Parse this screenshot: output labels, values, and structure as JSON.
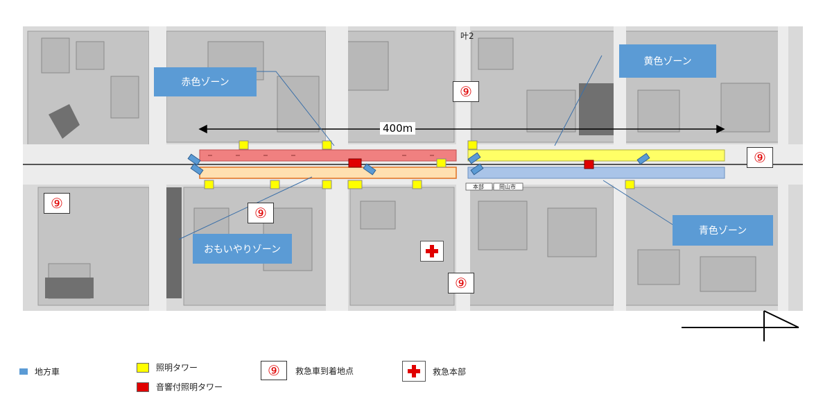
{
  "zones": {
    "red": "赤色ゾーン",
    "yellow": "黄色ゾーン",
    "blue": "青色ゾーン",
    "omoiyari": "おもいやりゾーン"
  },
  "distance_label": "400m",
  "ambulance_point_symbol": "⑨",
  "map_labels": {
    "street_top": "叶2",
    "honbu": "本部",
    "okayama_city": "岡山市"
  },
  "legend": {
    "local_vehicle": "地方車",
    "light_tower": "照明タワー",
    "sound_light_tower": "音響付照明タワー",
    "ambulance_point": "救急車到着地点",
    "emergency_hq": "救急本部"
  },
  "colors": {
    "zone_red": "#f08080",
    "zone_yellow": "#ffff66",
    "zone_blue": "#a9c4e8",
    "zone_omoiyari": "#ffe0b0",
    "zone_omoiyari_border": "#e07020",
    "light_tower": "#ffff00",
    "sound_tower": "#e00000",
    "vehicle": "#5b9bd5",
    "label_bg": "#5b9bd5"
  }
}
